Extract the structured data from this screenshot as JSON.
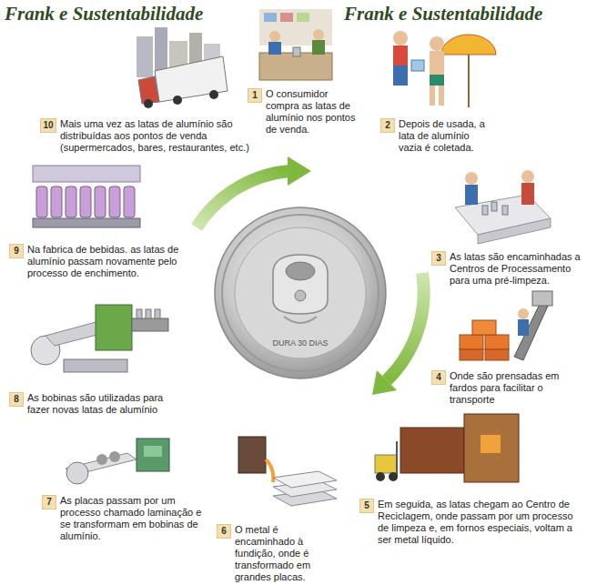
{
  "diagram": {
    "title": "Frank e Sustentabilidade",
    "nodes": [
      {
        "text": [
          "1",
          "O consumidor compra as latas de alumínio nos pontos de venda."
        ]
      },
      {
        "text": [
          "2",
          "Depois de usada, a lata de alumínio vazia é coletada."
        ]
      },
      {
        "text": [
          "3",
          "As latas são encaminhadas a Centros de Processamento para uma pré-limpeza."
        ]
      },
      {
        "text": [
          "4",
          "Onde são prensadas em fardos para facilitar o transporte"
        ]
      },
      {
        "text": [
          "5",
          "Em seguida, as latas chegam ao Centro de Reciclagem, onde passam por um processo de limpeza e, em fornos especiais, voltam a ser metal líquido."
        ]
      },
      {
        "text": [
          "6",
          "O metal é encaminhado à fundição, onde é transformado em grandes placas."
        ]
      },
      {
        "text": [
          "7",
          "As placas passam por um processo chamado laminação e se transformam em bobinas de alumínio."
        ]
      },
      {
        "text": [
          "8",
          "As bobinas são utilizadas para fazer novas latas de alumínio"
        ]
      },
      {
        "text": [
          "9",
          "Na fabrica de bebidas. as latas de alumínio passam novamente pelo processo de enchimento."
        ]
      },
      {
        "text": [
          "10",
          "Mais uma vez as latas de alumínio são distribuídas aos pontos de venda (supermercados, bares, restaurantes, etc.)"
        ]
      }
    ],
    "labels": [
      "Frank e Sustentabilidade",
      "DURA 30 DIAS"
    ]
  }
}
